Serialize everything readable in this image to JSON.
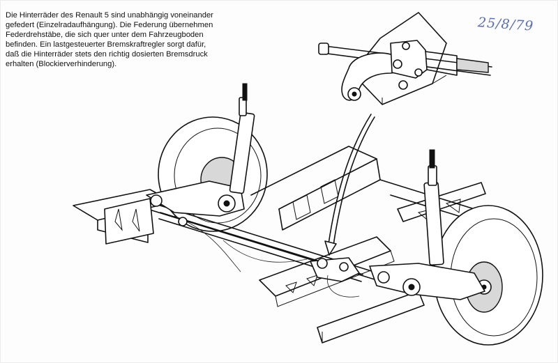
{
  "caption": {
    "lines": [
      "Die Hinterräder des Renault 5 sind unabhängig voneinander",
      "gefedert (Einzelradaufhängung). Die Federung übernehmen",
      "Federdrehstäbe, die sich quer unter dem Fahrzeugboden",
      "befinden. Ein lastgesteuerter Bremskraftregler sorgt dafür,",
      "daß die Hinterräder stets den richtig dosierten Bremsdruck",
      "erhalten (Blockierverhinderung)."
    ]
  },
  "handwritten_note": "25/8/79"
}
